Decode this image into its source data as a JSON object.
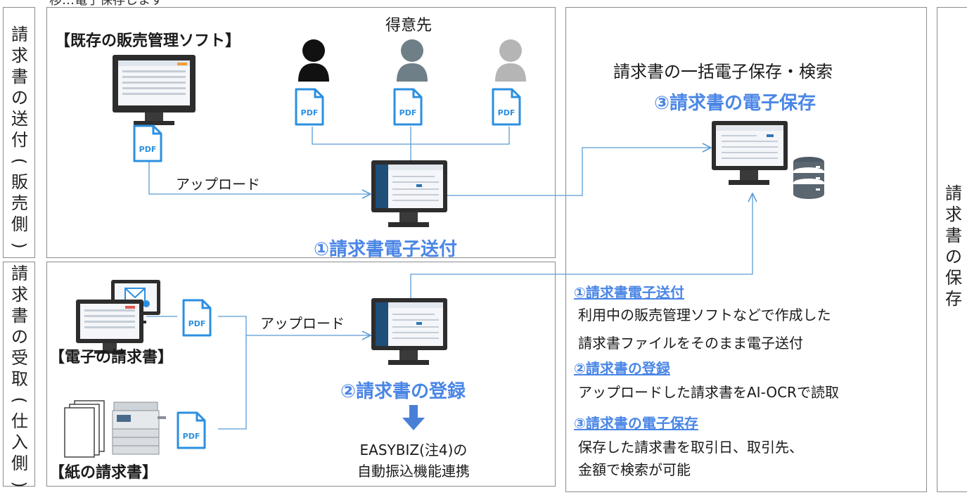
{
  "top_fragment": "移…電子保存します",
  "left_labels": {
    "send": [
      "請",
      "求",
      "書",
      "の",
      "送",
      "付",
      "(",
      "販",
      "売",
      "側",
      ")"
    ],
    "receive": [
      "請",
      "求",
      "書",
      "の",
      "受",
      "取",
      "(",
      "仕",
      "入",
      "側",
      ")"
    ]
  },
  "right_label": [
    "請",
    "求",
    "書",
    "の",
    "保",
    "存"
  ],
  "top_panel": {
    "software_title": "【既存の販売管理ソフト】",
    "customers_label": "得意先",
    "upload_label": "アップロード",
    "step1_label": "①請求書電子送付"
  },
  "bottom_panel": {
    "upload_label": "アップロード",
    "electronic_label": "【電子の請求書】",
    "paper_label": "【紙の請求書】",
    "step2_label": "②請求書の登録",
    "easybiz_line1": "EASYBIZ(注4)の",
    "easybiz_line2": "自動振込機能連携"
  },
  "right_panel": {
    "heading": "請求書の一括電子保存・検索",
    "step3_label": "③請求書の電子保存",
    "items": [
      {
        "title": "①請求書電子送付",
        "lines": [
          "利用中の販売管理ソフトなどで作成した",
          "請求書ファイルをそのまま電子送付"
        ]
      },
      {
        "title": "②請求書の登録",
        "lines": [
          "アップロードした請求書をAI-OCRで読取"
        ]
      },
      {
        "title": "③請求書の電子保存",
        "lines": [
          "保存した請求書を取引日、取引先、",
          "金額で検索が可能"
        ]
      }
    ]
  },
  "pdf_text": "PDF",
  "colors": {
    "accent": "#4a86e6",
    "connector": "#5b9bd5",
    "pdf_blue": "#2b8fe0"
  }
}
